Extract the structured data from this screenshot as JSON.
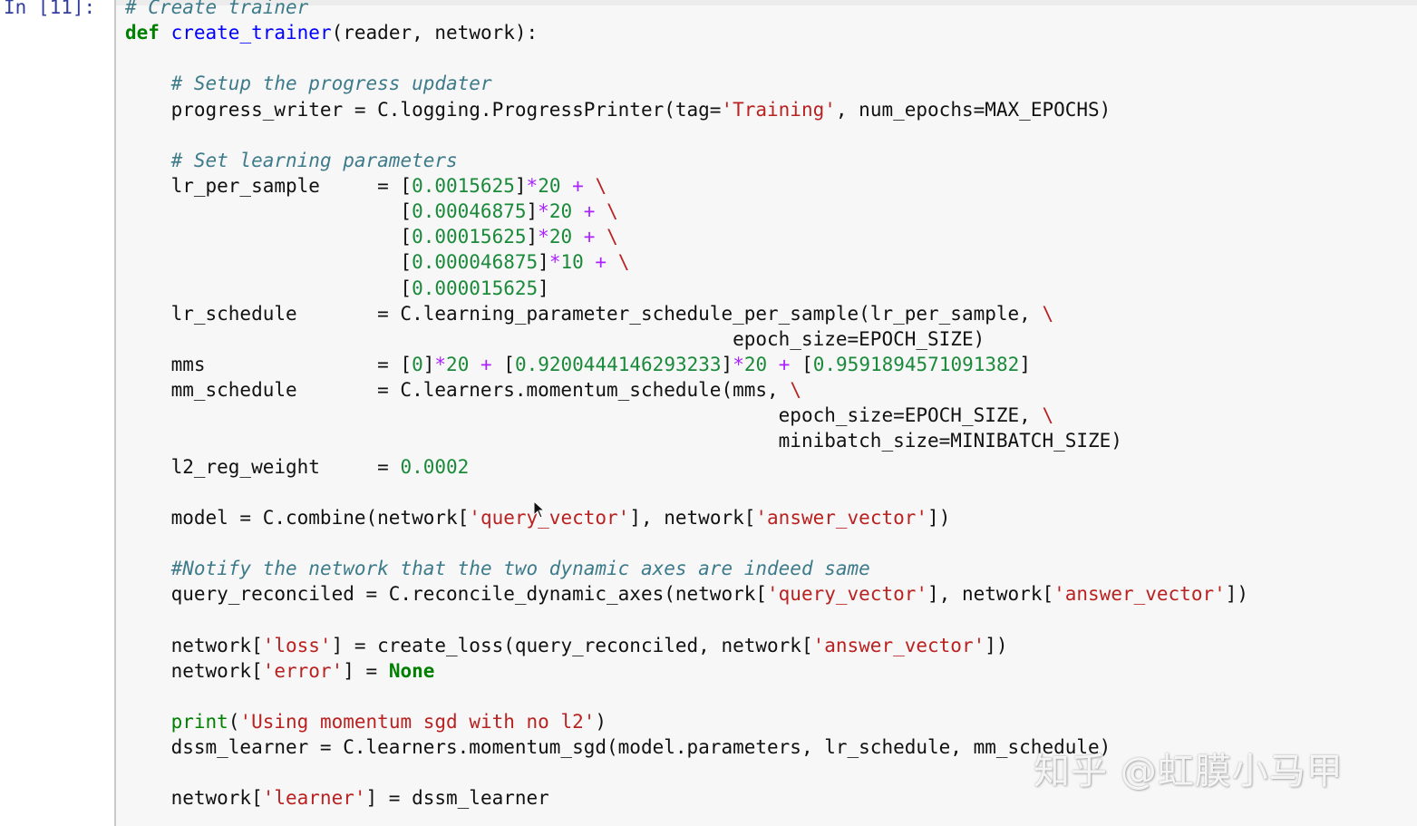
{
  "prompt_label": "In [11]:",
  "code_lines": [
    [
      {
        "c": "com",
        "t": "# Create trainer"
      }
    ],
    [
      {
        "c": "kw",
        "t": "def"
      },
      {
        "c": "txt",
        "t": " "
      },
      {
        "c": "def",
        "t": "create_trainer"
      },
      {
        "c": "txt",
        "t": "(reader, network):"
      }
    ],
    [],
    [
      {
        "c": "txt",
        "t": "    "
      },
      {
        "c": "com",
        "t": "# Setup the progress updater"
      }
    ],
    [
      {
        "c": "txt",
        "t": "    progress_writer = C.logging.ProgressPrinter(tag="
      },
      {
        "c": "str",
        "t": "'Training'"
      },
      {
        "c": "txt",
        "t": ", num_epochs=MAX_EPOCHS)"
      }
    ],
    [],
    [
      {
        "c": "txt",
        "t": "    "
      },
      {
        "c": "com",
        "t": "# Set learning parameters"
      }
    ],
    [
      {
        "c": "txt",
        "t": "    lr_per_sample     = ["
      },
      {
        "c": "num",
        "t": "0.0015625"
      },
      {
        "c": "txt",
        "t": "]"
      },
      {
        "c": "op",
        "t": "*"
      },
      {
        "c": "num",
        "t": "20"
      },
      {
        "c": "txt",
        "t": " "
      },
      {
        "c": "op",
        "t": "+"
      },
      {
        "c": "txt",
        "t": " "
      },
      {
        "c": "str",
        "t": "\\"
      }
    ],
    [
      {
        "c": "txt",
        "t": "                        ["
      },
      {
        "c": "num",
        "t": "0.00046875"
      },
      {
        "c": "txt",
        "t": "]"
      },
      {
        "c": "op",
        "t": "*"
      },
      {
        "c": "num",
        "t": "20"
      },
      {
        "c": "txt",
        "t": " "
      },
      {
        "c": "op",
        "t": "+"
      },
      {
        "c": "txt",
        "t": " "
      },
      {
        "c": "str",
        "t": "\\"
      }
    ],
    [
      {
        "c": "txt",
        "t": "                        ["
      },
      {
        "c": "num",
        "t": "0.00015625"
      },
      {
        "c": "txt",
        "t": "]"
      },
      {
        "c": "op",
        "t": "*"
      },
      {
        "c": "num",
        "t": "20"
      },
      {
        "c": "txt",
        "t": " "
      },
      {
        "c": "op",
        "t": "+"
      },
      {
        "c": "txt",
        "t": " "
      },
      {
        "c": "str",
        "t": "\\"
      }
    ],
    [
      {
        "c": "txt",
        "t": "                        ["
      },
      {
        "c": "num",
        "t": "0.000046875"
      },
      {
        "c": "txt",
        "t": "]"
      },
      {
        "c": "op",
        "t": "*"
      },
      {
        "c": "num",
        "t": "10"
      },
      {
        "c": "txt",
        "t": " "
      },
      {
        "c": "op",
        "t": "+"
      },
      {
        "c": "txt",
        "t": " "
      },
      {
        "c": "str",
        "t": "\\"
      }
    ],
    [
      {
        "c": "txt",
        "t": "                        ["
      },
      {
        "c": "num",
        "t": "0.000015625"
      },
      {
        "c": "txt",
        "t": "]"
      }
    ],
    [
      {
        "c": "txt",
        "t": "    lr_schedule       = C.learning_parameter_schedule_per_sample(lr_per_sample, "
      },
      {
        "c": "str",
        "t": "\\"
      }
    ],
    [
      {
        "c": "txt",
        "t": "                                                     epoch_size=EPOCH_SIZE)"
      }
    ],
    [
      {
        "c": "txt",
        "t": "    mms               = ["
      },
      {
        "c": "num",
        "t": "0"
      },
      {
        "c": "txt",
        "t": "]"
      },
      {
        "c": "op",
        "t": "*"
      },
      {
        "c": "num",
        "t": "20"
      },
      {
        "c": "txt",
        "t": " "
      },
      {
        "c": "op",
        "t": "+"
      },
      {
        "c": "txt",
        "t": " ["
      },
      {
        "c": "num",
        "t": "0.9200444146293233"
      },
      {
        "c": "txt",
        "t": "]"
      },
      {
        "c": "op",
        "t": "*"
      },
      {
        "c": "num",
        "t": "20"
      },
      {
        "c": "txt",
        "t": " "
      },
      {
        "c": "op",
        "t": "+"
      },
      {
        "c": "txt",
        "t": " ["
      },
      {
        "c": "num",
        "t": "0.9591894571091382"
      },
      {
        "c": "txt",
        "t": "]"
      }
    ],
    [
      {
        "c": "txt",
        "t": "    mm_schedule       = C.learners.momentum_schedule(mms, "
      },
      {
        "c": "str",
        "t": "\\"
      }
    ],
    [
      {
        "c": "txt",
        "t": "                                                         epoch_size=EPOCH_SIZE, "
      },
      {
        "c": "str",
        "t": "\\"
      }
    ],
    [
      {
        "c": "txt",
        "t": "                                                         minibatch_size=MINIBATCH_SIZE)"
      }
    ],
    [
      {
        "c": "txt",
        "t": "    l2_reg_weight     = "
      },
      {
        "c": "num",
        "t": "0.0002"
      }
    ],
    [],
    [
      {
        "c": "txt",
        "t": "    model = C.combine(network["
      },
      {
        "c": "str",
        "t": "'query_vector'"
      },
      {
        "c": "txt",
        "t": "], network["
      },
      {
        "c": "str",
        "t": "'answer_vector'"
      },
      {
        "c": "txt",
        "t": "])"
      }
    ],
    [],
    [
      {
        "c": "txt",
        "t": "    "
      },
      {
        "c": "com",
        "t": "#Notify the network that the two dynamic axes are indeed same"
      }
    ],
    [
      {
        "c": "txt",
        "t": "    query_reconciled = C.reconcile_dynamic_axes(network["
      },
      {
        "c": "str",
        "t": "'query_vector'"
      },
      {
        "c": "txt",
        "t": "], network["
      },
      {
        "c": "str",
        "t": "'answer_vector'"
      },
      {
        "c": "txt",
        "t": "])"
      }
    ],
    [],
    [
      {
        "c": "txt",
        "t": "    network["
      },
      {
        "c": "str",
        "t": "'loss'"
      },
      {
        "c": "txt",
        "t": "] = create_loss(query_reconciled, network["
      },
      {
        "c": "str",
        "t": "'answer_vector'"
      },
      {
        "c": "txt",
        "t": "])"
      }
    ],
    [
      {
        "c": "txt",
        "t": "    network["
      },
      {
        "c": "str",
        "t": "'error'"
      },
      {
        "c": "txt",
        "t": "] = "
      },
      {
        "c": "kw",
        "t": "None"
      }
    ],
    [],
    [
      {
        "c": "txt",
        "t": "    "
      },
      {
        "c": "bi",
        "t": "print"
      },
      {
        "c": "txt",
        "t": "("
      },
      {
        "c": "str",
        "t": "'Using momentum sgd with no l2'"
      },
      {
        "c": "txt",
        "t": ")"
      }
    ],
    [
      {
        "c": "txt",
        "t": "    dssm_learner = C.learners.momentum_sgd(model.parameters, lr_schedule, mm_schedule)"
      }
    ],
    [],
    [
      {
        "c": "txt",
        "t": "    network["
      },
      {
        "c": "str",
        "t": "'learner'"
      },
      {
        "c": "txt",
        "t": "] = dssm_learner"
      }
    ]
  ],
  "watermark": "知乎 @虹膜小马甲",
  "cursor_icon": "mouse-pointer-icon",
  "colors": {
    "keyword": "#008000",
    "function_name": "#0000ff",
    "comment": "#3d7b8a",
    "string": "#ba2121",
    "number": "#1a8a3a",
    "operator": "#aa22ff",
    "prompt": "#303f9f",
    "cell_background": "#f7f7f7"
  }
}
